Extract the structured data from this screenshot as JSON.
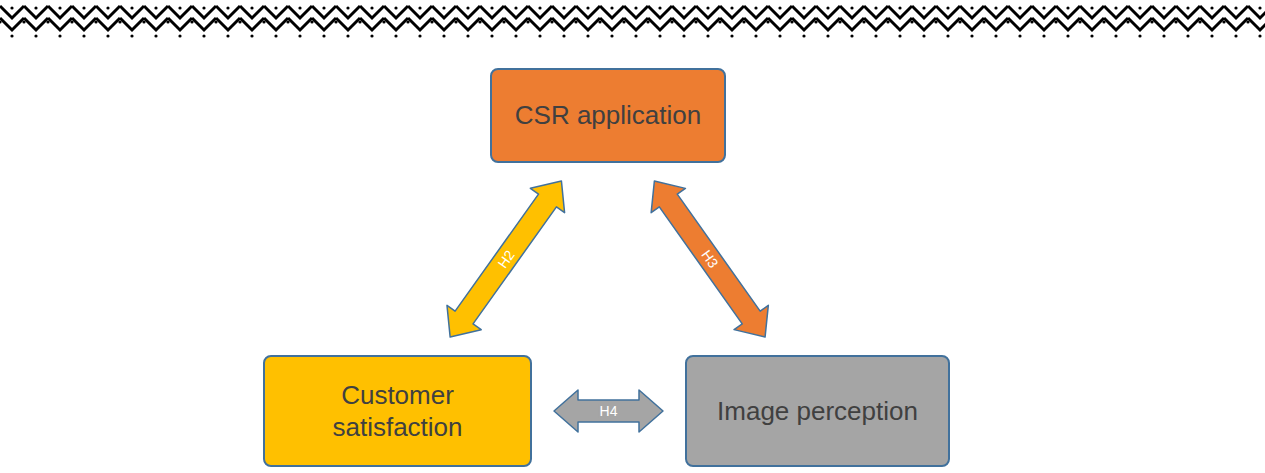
{
  "diagram": {
    "nodes": [
      {
        "text": [
          "CSR application"
        ]
      },
      {
        "text": [
          "Customer satisfaction"
        ]
      },
      {
        "text": [
          "Image perception"
        ]
      }
    ],
    "edges": [
      {
        "from": 0,
        "to": 1,
        "arrow": "both",
        "label": "H2"
      },
      {
        "from": 0,
        "to": 2,
        "arrow": "both",
        "label": "H3"
      },
      {
        "from": 1,
        "to": 2,
        "arrow": "both",
        "label": "H4"
      }
    ]
  }
}
